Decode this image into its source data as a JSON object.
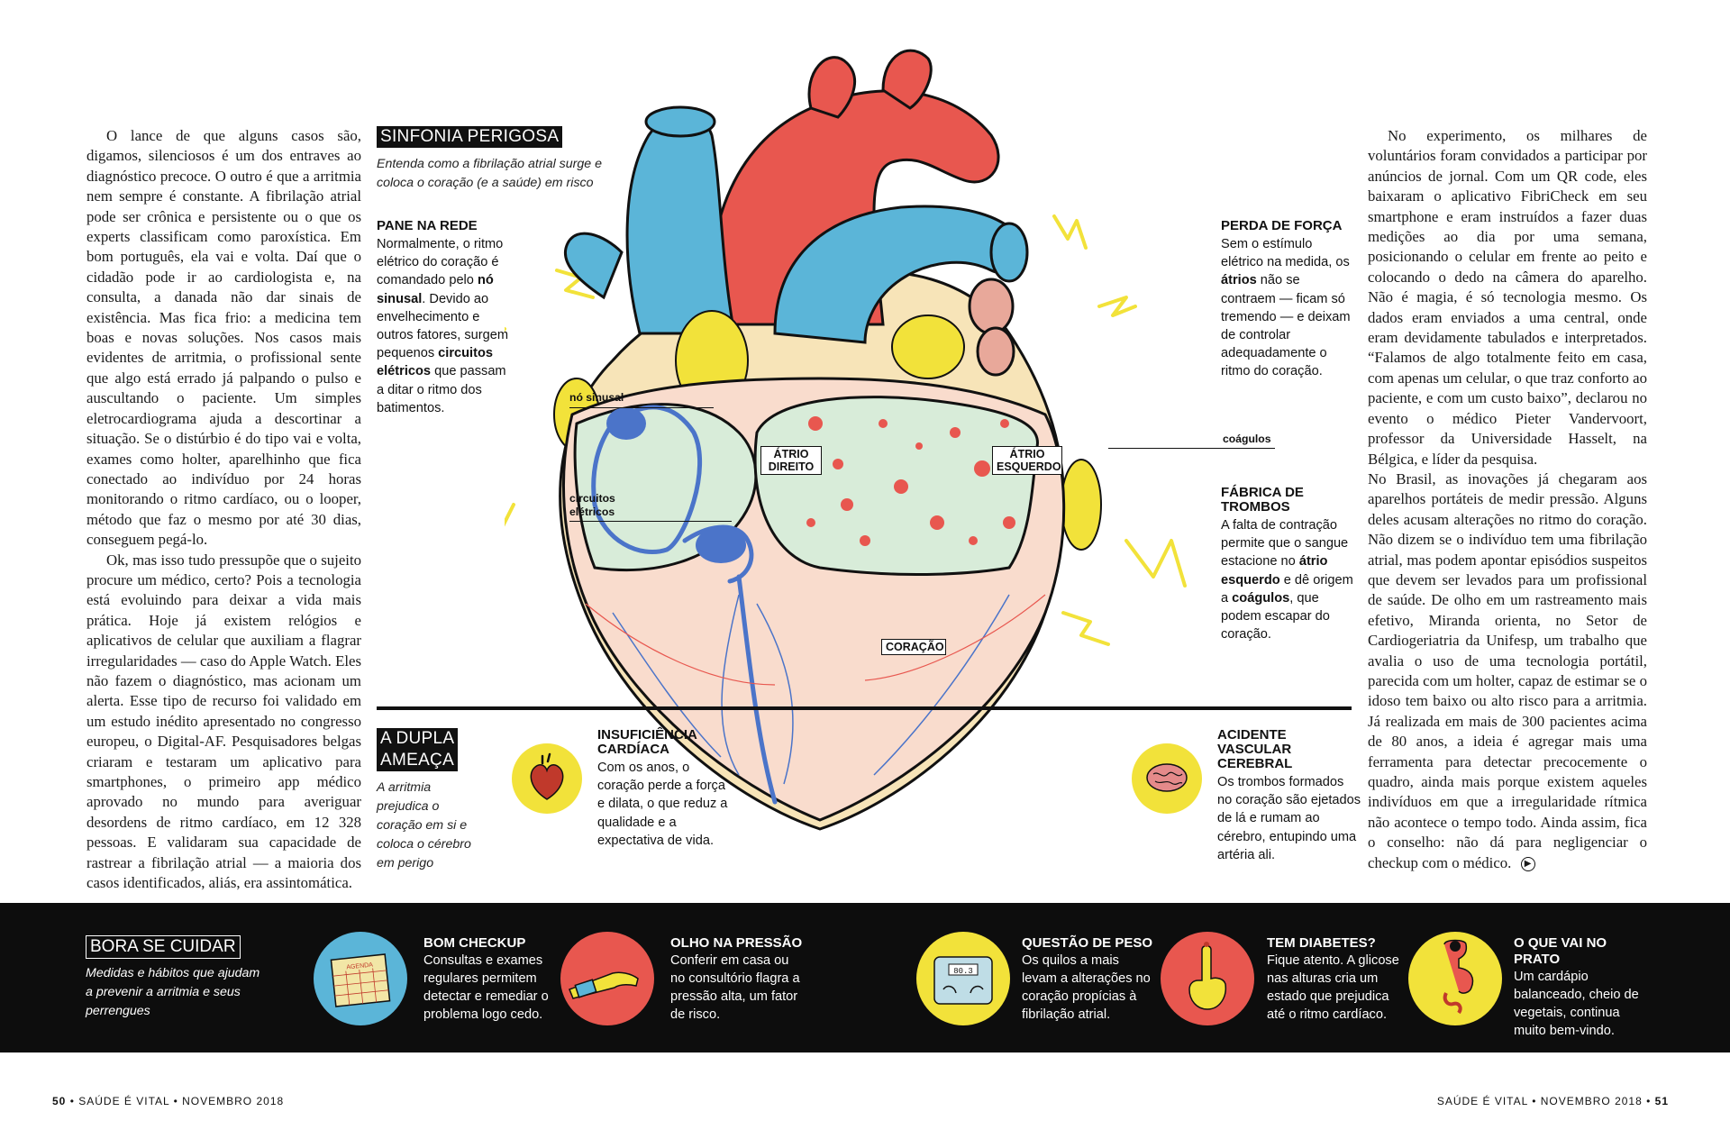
{
  "left_article": {
    "paragraphs": [
      "O lance de que alguns casos são, digamos, silenciosos é um dos entraves ao diagnóstico precoce. O outro é que a arritmia nem sempre é constante. A fibrilação atrial pode ser crônica e persistente ou o que os experts classificam como paroxística. Em bom português, ela vai e volta. Daí que o cidadão pode ir ao cardiologista e, na consulta, a danada não dar sinais de existência. Mas fica frio: a medicina tem boas e novas soluções. Nos casos mais evidentes de arritmia, o profissional sente que algo está errado já palpando o pulso e auscultando o paciente. Um simples eletrocardiograma ajuda a descortinar a situação. Se o distúrbio é do tipo vai e volta, exames como holter, aparelhinho que fica conectado ao indivíduo por 24 horas monitorando o ritmo cardíaco, ou o looper, método que faz o mesmo por até 30 dias, conseguem pegá-lo.",
      "Ok, mas isso tudo pressupõe que o sujeito procure um médico, certo? Pois a tecnologia está evoluindo para deixar a vida mais prática. Hoje já existem relógios e aplicativos de celular que auxiliam a flagrar irregularidades — caso do Apple Watch. Eles não fazem o diagnóstico, mas acionam um alerta. Esse tipo de recurso foi validado em um estudo inédito apresentado no congresso europeu, o Digital-AF. Pesquisadores belgas criaram e testaram um aplicativo para smartphones, o primeiro app médico aprovado no mundo para averiguar desordens de ritmo cardíaco, em 12 328 pessoas. E validaram sua capacidade de rastrear a fibrilação atrial — a maioria dos casos identificados, aliás, era assintomática."
    ]
  },
  "right_article": {
    "paragraphs": [
      "No experimento, os milhares de voluntários foram convidados a participar por anúncios de jornal. Com um QR code, eles baixaram o aplicativo FibriCheck em seu smartphone e eram instruídos a fazer duas medições ao dia por uma semana, posicionando o celular em frente ao peito e colocando o dedo na câmera do aparelho. Não é magia, é só tecnologia mesmo. Os dados eram enviados a uma central, onde eram devidamente tabulados e interpretados. “Falamos de algo totalmente feito em casa, com apenas um celular, o que traz conforto ao paciente, e com um custo baixo”, declarou no evento o médico Pieter Vandervoort, professor da Universidade Hasselt, na Bélgica, e líder da pesquisa.",
      "No Brasil, as inovações já chegaram aos aparelhos portáteis de medir pressão. Alguns deles acusam alterações no ritmo do coração. Não dizem se o indivíduo tem uma fibrilação atrial, mas podem apontar episódios suspeitos que devem ser levados para um profissional de saúde. De olho em um rastreamento mais efetivo, Miranda orienta, no Setor de Cardiogeriatria da Unifesp, um trabalho que avalia o uso de uma tecnologia portátil, parecida com um holter, capaz de estimar se o idoso tem baixo ou alto risco para a arritmia. Já realizada em mais de 300 pacientes acima de 80 anos, a ideia é agregar mais uma ferramenta para detectar precocemente o quadro, ainda mais porque existem aqueles indivíduos em que a irregularidade rítmica não acontece o tempo todo. Ainda assim, fica o conselho: não dá para negligenciar o checkup com o médico."
    ],
    "end_icon": "arrow-right-circle-icon"
  },
  "sinfonia": {
    "title": "SINFONIA PERIGOSA",
    "subtitle": "Entenda como a fibrilação atrial surge e coloca o coração (e a saúde) em risco"
  },
  "pane": {
    "head": "PANE NA REDE",
    "body_parts": [
      "Normalmente, o ritmo elétrico do coração é comandado pelo ",
      "nó sinusal",
      ". Devido ao envelhecimento e outros fatores, surgem pequenos ",
      "circuitos elétricos",
      " que passam a ditar o ritmo dos batimentos."
    ]
  },
  "perda": {
    "head": "PERDA DE FORÇA",
    "body_parts": [
      "Sem o estímulo elétrico na medida, os ",
      "átrios",
      " não se contraem — ficam só tremendo — e deixam de controlar adequadamente o ritmo do coração."
    ]
  },
  "fabrica": {
    "head": "FÁBRICA DE TROMBOS",
    "body_parts": [
      "A falta de contração permite que o sangue estacione no ",
      "átrio esquerdo",
      " e dê origem a ",
      "coágulos",
      ", que podem escapar do coração."
    ]
  },
  "heart_labels": {
    "atrio_direito": "ÁTRIO DIREITO",
    "atrio_esquerdo": "ÁTRIO ESQUERDO",
    "coracao": "CORAÇÃO",
    "no_sinusal": "nó sinusal",
    "circuitos": "circuitos elétricos",
    "coagulos": "coágulos"
  },
  "dupla": {
    "title_line1": "A DUPLA",
    "title_line2": "AMEAÇA",
    "subtitle": "A arritmia prejudica o coração em si e coloca o cérebro em perigo"
  },
  "insuficiencia": {
    "head": "INSUFICIÊNCIA CARDÍACA",
    "body": "Com os anos, o coração perde a força e dilata, o que reduz a qualidade e a expectativa de vida.",
    "icon": "heart-icon"
  },
  "avc": {
    "head": "ACIDENTE VASCULAR CEREBRAL",
    "body": "Os trombos formados no coração são ejetados de lá e rumam ao cérebro, entupindo uma artéria ali.",
    "icon": "brain-icon"
  },
  "bora": {
    "title": "BORA SE CUIDAR",
    "subtitle": "Medidas e hábitos que ajudam a prevenir a arritmia e seus perrengues",
    "items": [
      {
        "head": "BOM CHECKUP",
        "body": "Consultas e exames regulares permitem detectar e remediar o problema logo cedo.",
        "icon": "calendar-icon",
        "icon_text": "AGENDA"
      },
      {
        "head": "OLHO NA PRESSÃO",
        "body": "Conferir em casa ou no consultório flagra a pressão alta, um fator de risco.",
        "icon": "blood-pressure-icon"
      },
      {
        "head": "QUESTÃO DE PESO",
        "body": "Os quilos a mais levam a alterações no coração propícias à fibrilação atrial.",
        "icon": "scale-icon",
        "icon_text": "80.3"
      },
      {
        "head": "TEM DIABETES?",
        "body": "Fique atento. A glicose nas alturas cria um estado que prejudica até o ritmo cardíaco.",
        "icon": "finger-prick-icon"
      },
      {
        "head": "O QUE VAI NO PRATO",
        "body": "Um cardápio balanceado, cheio de vegetais, continua muito bem-vindo.",
        "icon": "digestive-system-icon"
      }
    ]
  },
  "footer": {
    "left_page": "50",
    "left_text": "• SAÚDE É VITAL • NOVEMBRO 2018",
    "right_text": "SAÚDE É VITAL • NOVEMBRO 2018 •",
    "right_page": "51"
  },
  "colors": {
    "red": "#e8574f",
    "blue": "#5bb5d8",
    "yellow": "#f2e23a",
    "cream": "#f7e4b8",
    "inner": "#f9dccd",
    "atrium": "#d8ecd9",
    "band": "#0d0d0d"
  }
}
